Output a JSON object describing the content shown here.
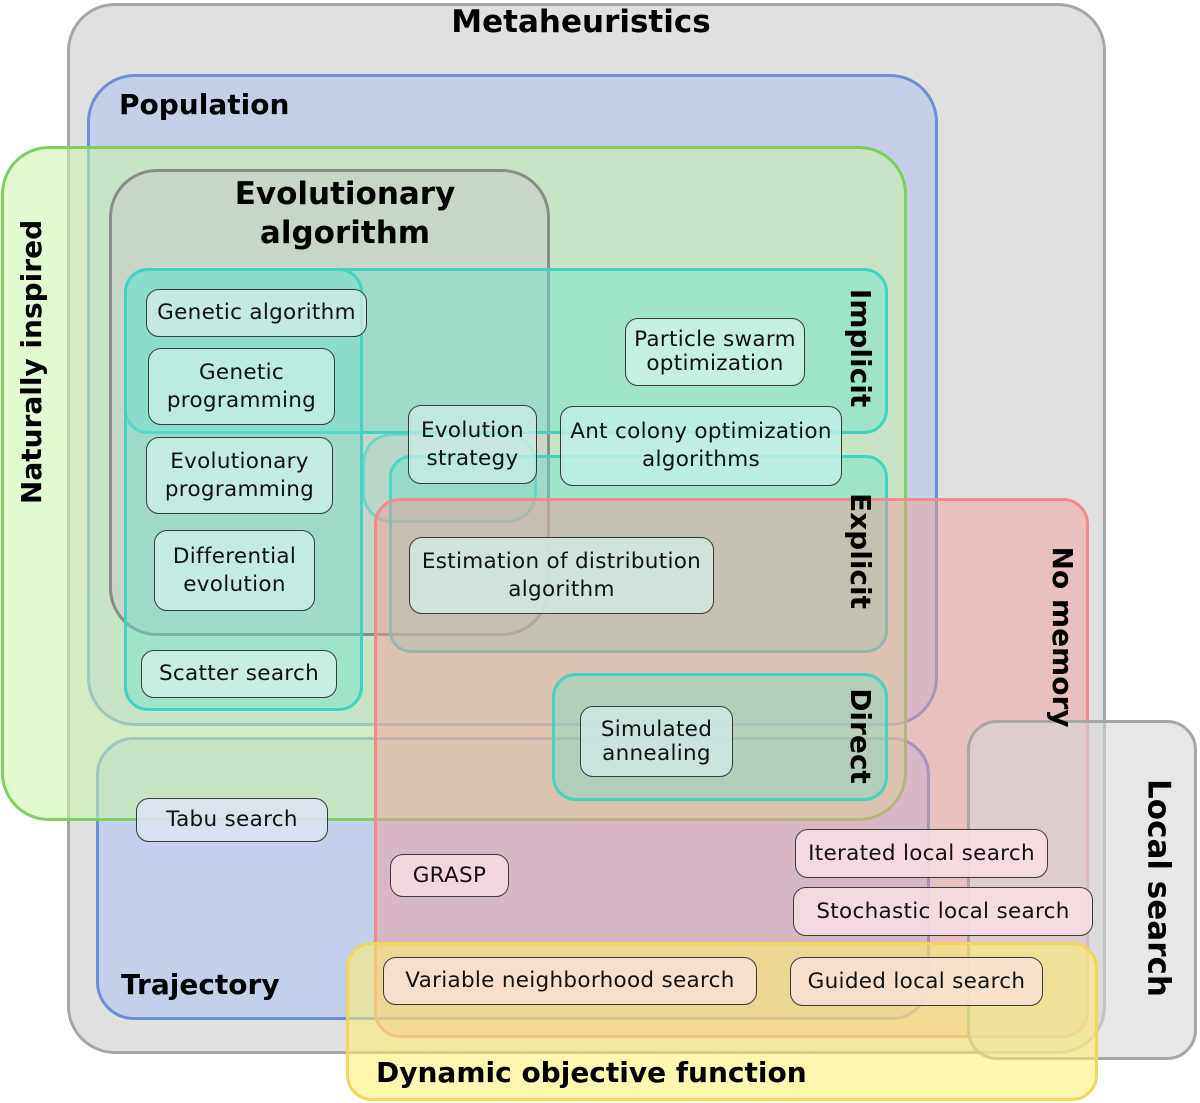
{
  "title": "Metaheuristics",
  "regions": {
    "population": "Population",
    "trajectory": "Trajectory",
    "naturally_inspired": "Naturally inspired",
    "evolutionary_algorithm": "Evolutionary\nalgorithm",
    "implicit": "Implicit",
    "explicit": "Explicit",
    "direct": "Direct",
    "no_memory": "No memory",
    "local_search": "Local search",
    "dynamic_objective_function": "Dynamic objective function"
  },
  "methods": {
    "genetic_algorithm": "Genetic algorithm",
    "genetic_programming": "Genetic\nprogramming",
    "evolutionary_programming": "Evolutionary\nprogramming",
    "differential_evolution": "Differential\nevolution",
    "scatter_search": "Scatter search",
    "evolution_strategy": "Evolution\nstrategy",
    "particle_swarm_optimization": "Particle swarm\noptimization",
    "ant_colony_optimization": "Ant colony optimization\nalgorithms",
    "estimation_of_distribution": "Estimation of distribution\nalgorithm",
    "simulated_annealing": "Simulated\nannealing",
    "tabu_search": "Tabu search",
    "grasp": "GRASP",
    "iterated_local_search": "Iterated local search",
    "stochastic_local_search": "Stochastic local search",
    "variable_neighborhood_search": "Variable neighborhood search",
    "guided_local_search": "Guided local search"
  },
  "colors": {
    "metaheuristics": "#e0e0e0",
    "population": "#c5d0e8",
    "naturally_inspired": "#d9f8c3",
    "evolutionary": "#c8c8c8",
    "memory_teal": "#6ee0d0",
    "trajectory": "#c5d0e8",
    "no_memory": "#f0a0a0",
    "local_search": "#d8d8d8",
    "dynamic": "#fff3a0"
  }
}
